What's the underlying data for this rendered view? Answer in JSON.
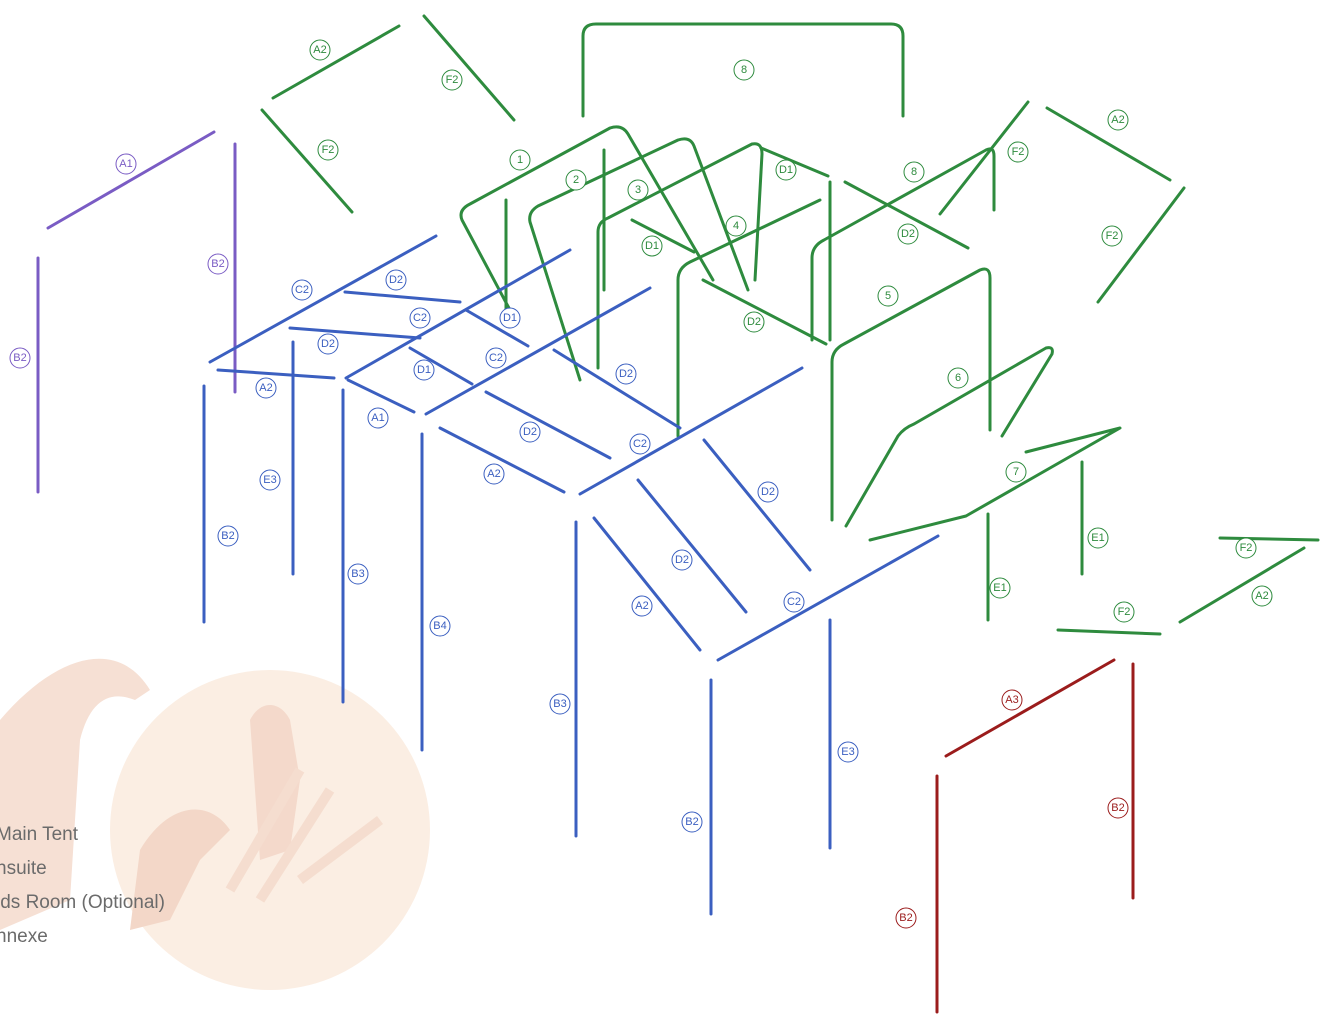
{
  "colors": {
    "main_tent": "#2e8b3e",
    "ensuite": "#3b5fc0",
    "kids_room": "#7a5cc4",
    "annexe": "#9b1c1c",
    "watermark": "#f6dfd0"
  },
  "legend": {
    "main_tent": "Main Tent",
    "ensuite": "nsuite",
    "kids_room": "ids Room (Optional)",
    "annexe": "nnexe"
  },
  "labels": {
    "purple": [
      "A1",
      "B2",
      "B2"
    ],
    "green": [
      "A2",
      "F2",
      "F2",
      "8",
      "1",
      "2",
      "3",
      "D1",
      "4",
      "D1",
      "8",
      "D2",
      "F2",
      "A2",
      "F2",
      "5",
      "D2",
      "6",
      "7",
      "E1",
      "E1",
      "F2",
      "A2",
      "F2"
    ],
    "blue": [
      "C2",
      "D2",
      "C2",
      "D1",
      "D2",
      "C2",
      "D1",
      "A2",
      "A1",
      "D2",
      "D2",
      "E3",
      "A2",
      "C2",
      "B2",
      "D2",
      "B3",
      "D2",
      "B4",
      "A2",
      "C2",
      "B3",
      "E3",
      "B2"
    ],
    "red": [
      "A3",
      "B2",
      "B2"
    ]
  }
}
